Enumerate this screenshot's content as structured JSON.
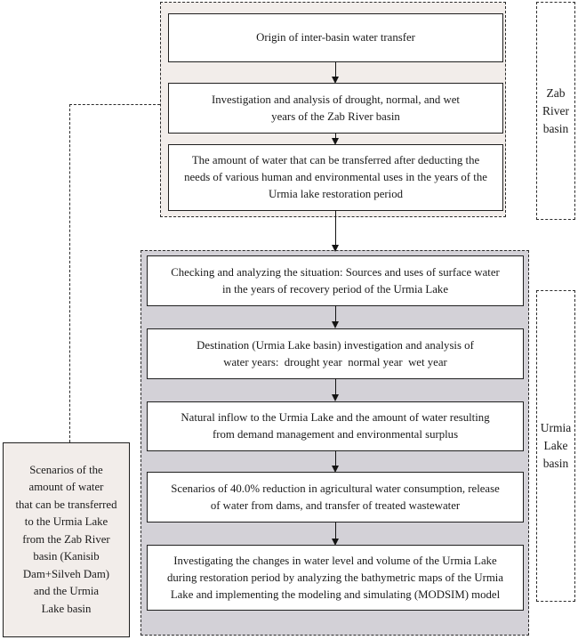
{
  "colors": {
    "zab_region_bg": "#f2edea",
    "urmia_region_bg": "#d3d1d7",
    "node_bg": "#ffffff",
    "line_color": "#1a1a1a"
  },
  "zab_basin": {
    "region_label": "Zab\nRiver\nbasin",
    "steps": [
      "Origin of inter-basin water transfer",
      "Investigation and analysis of drought, normal, and wet\nyears of the Zab River basin",
      "The amount of water that can be transferred after deducting the\nneeds of various human and environmental uses in the years of the\nUrmia lake restoration period"
    ]
  },
  "urmia_basin": {
    "region_label": "Urmia\nLake\nbasin",
    "steps": [
      "Checking and analyzing the situation: Sources and uses of surface water\nin the years of recovery period of the Urmia Lake",
      "Destination (Urmia Lake basin) investigation and analysis of\nwater years:  drought year  normal year  wet year",
      "Natural inflow to the Urmia Lake and the amount of water resulting\nfrom demand management and environmental surplus",
      "Scenarios of 40.0% reduction in agricultural water consumption, release\nof water from dams, and transfer of treated wastewater",
      "Investigating the changes in water level and volume of the Urmia Lake\nduring restoration period by analyzing the bathymetric maps of the Urmia\nLake and implementing the modeling and simulating (MODSIM) model"
    ]
  },
  "side_note": "Scenarios of the\namount of water\nthat can be transferred\nto the Urmia Lake\nfrom the Zab River\nbasin (Kanisib\nDam+Silveh Dam)\nand the Urmia\nLake basin"
}
